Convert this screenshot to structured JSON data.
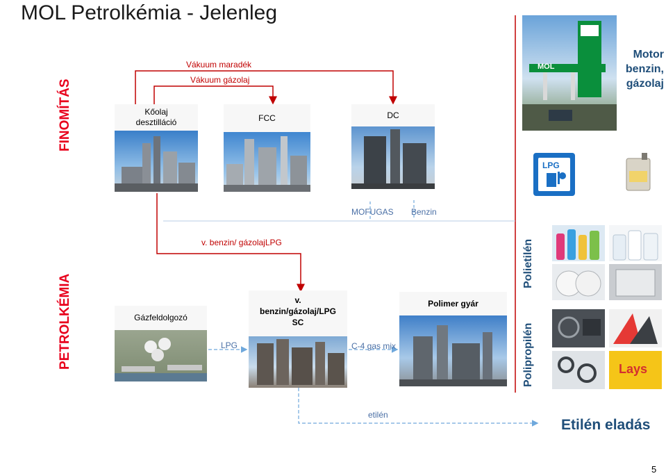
{
  "title": "MOL Petrolkémia  - Jelenleg",
  "sections": {
    "finomitas": "FINOMÍTÁS",
    "petrolkemia": "PETROLKÉMIA"
  },
  "refining": {
    "vacuum_residue": "Vákuum maradék",
    "vacuum_gasoil": "Vákuum gázolaj",
    "crude_distillation_line1": "Kőolaj",
    "crude_distillation_line2": "desztilláció",
    "fcc": "FCC",
    "dc": "DC",
    "mofugas": "MOFUGAS",
    "benzin": "Benzin",
    "products_line1": "Motor",
    "products_line2": "benzin,",
    "products_line3": "gázolaj"
  },
  "petrochem": {
    "gasoline_lpg": "v. benzin/ gázolajLPG",
    "gas_processor": "Gázfeldolgozó",
    "lpg": "LPG",
    "sc_line1": "v.",
    "sc_line2": "benzin/gázolaj/LPG",
    "sc_line3": "SC",
    "c4_mix": "C-4 gas mix",
    "polymer_plant": "Polimer gyár",
    "ethylene": "etilén",
    "polyethylene": "Polietilén",
    "polypropylene": "Polipropilén",
    "ethylene_sale": "Etilén eladás"
  },
  "icons": {
    "lpg_sign": "LPG",
    "station_brand": "MOL",
    "chips_brand": "Lays"
  },
  "page_number": "5",
  "colors": {
    "accent_red": "#e8001c",
    "flow_red": "#c00000",
    "dark_blue": "#1f4e79",
    "flow_blue": "#6fa8dc",
    "lpg_blue": "#1a6fc4",
    "mol_green": "#0a8f3c"
  }
}
